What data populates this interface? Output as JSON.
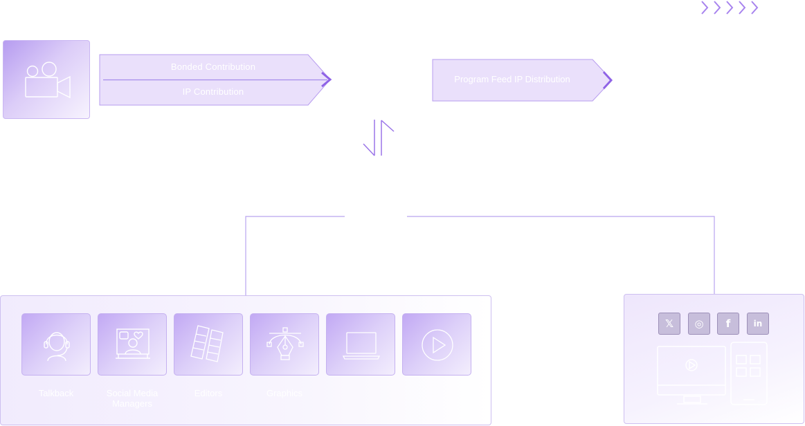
{
  "contribution": {
    "top_label": "Bonded Contribution",
    "bottom_label": "IP Contribution"
  },
  "distribution": {
    "label": "Program Feed IP Distribution"
  },
  "team": {
    "tiles": [
      {
        "icon": "headset-icon",
        "label": "Talkback"
      },
      {
        "icon": "social-media-icon",
        "label": "Social Media\nManagers"
      },
      {
        "icon": "film-strip-icon",
        "label": "Editors"
      },
      {
        "icon": "pen-tool-icon",
        "label": "Graphics"
      },
      {
        "icon": "laptop-icon",
        "label": ""
      },
      {
        "icon": "play-icon",
        "label": ""
      }
    ]
  },
  "social": {
    "buttons": [
      {
        "icon": "x-icon",
        "glyph": "𝕏"
      },
      {
        "icon": "whatsapp-icon",
        "glyph": "◎"
      },
      {
        "icon": "facebook-icon",
        "glyph": "f"
      },
      {
        "icon": "linkedin-icon",
        "glyph": "in"
      }
    ]
  },
  "colors": {
    "accent": "#8f63e6",
    "arrow_fill": "#eae0fb",
    "arrow_stroke": "#b79cef"
  }
}
